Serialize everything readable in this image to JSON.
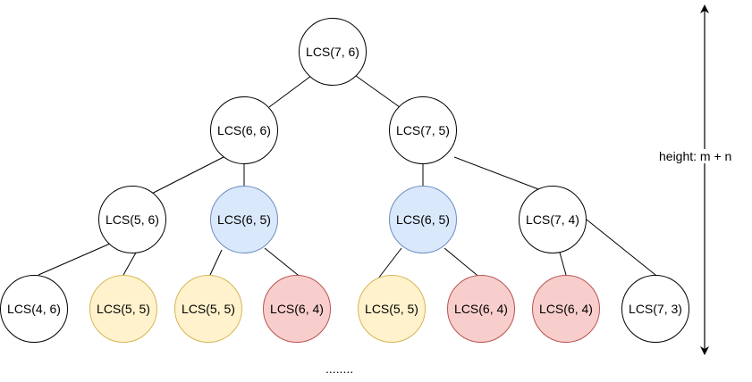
{
  "nodes": [
    {
      "label": "LCS(7, 6)",
      "color": "white"
    },
    {
      "label": "LCS(6, 6)",
      "color": "white"
    },
    {
      "label": "LCS(7, 5)",
      "color": "white"
    },
    {
      "label": "LCS(5, 6)",
      "color": "white"
    },
    {
      "label": "LCS(6, 5)",
      "color": "blue"
    },
    {
      "label": "LCS(6, 5)",
      "color": "blue"
    },
    {
      "label": "LCS(7, 4)",
      "color": "white"
    },
    {
      "label": "LCS(4, 6)",
      "color": "white"
    },
    {
      "label": "LCS(5, 5)",
      "color": "yellow"
    },
    {
      "label": "LCS(5, 5)",
      "color": "yellow"
    },
    {
      "label": "LCS(6, 4)",
      "color": "red"
    },
    {
      "label": "LCS(5, 5)",
      "color": "yellow"
    },
    {
      "label": "LCS(6, 4)",
      "color": "red"
    },
    {
      "label": "LCS(6, 4)",
      "color": "red"
    },
    {
      "label": "LCS(7, 3)",
      "color": "white"
    }
  ],
  "height_label": "height: m + n",
  "ellipsis": "........",
  "colors": {
    "white": "#ffffff",
    "blue": "#dae8fc",
    "yellow": "#fff2cc",
    "red": "#f8cecc"
  }
}
